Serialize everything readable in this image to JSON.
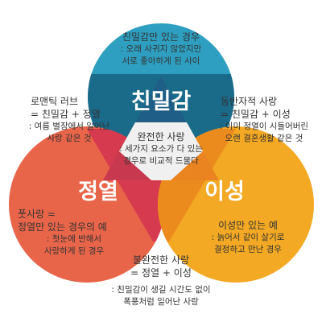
{
  "colors": {
    "intimacy_circle": "#2e9fc0",
    "intimacy_band": "#1a6a8a",
    "passion_circle": "#e8654a",
    "passion_band": "#d63a4e",
    "commitment_circle": "#f3a923",
    "commitment_band": "#ec8b1d",
    "triangle_top": "#1f5e86",
    "triangle_left": "#c8384e",
    "triangle_right": "#e98420",
    "center": "#f0f0f0",
    "text": "#333333"
  },
  "circles": {
    "intimacy": {
      "title": "친밀감",
      "main": "친밀감만 있는 경우",
      "sub": [
        ": 오래 사귀지 않았지만",
        "서로 좋아하게 된 사이"
      ]
    },
    "passion": {
      "title": "정열",
      "main": [
        "풋사랑 =",
        "정열만 있는 경우의 예"
      ],
      "sub": [
        ": 첫눈에 반해서",
        "사랑하게 된 경우"
      ]
    },
    "commitment": {
      "title": "이성",
      "main": "이성만 있는 예",
      "sub": [
        ": 늙어서 같이 살기로",
        "결정하고 만난 경우"
      ]
    }
  },
  "overlaps": {
    "romantic": {
      "main": [
        "로맨틱 러브",
        "= 친밀감 + 정열"
      ],
      "sub": [
        ": 여름 별장에서 일어난",
        "사랑 같은 것"
      ]
    },
    "companionate": {
      "main": [
        "동반자적 사랑",
        "= 친밀감 + 이성"
      ],
      "sub": [
        ": 이미 정열이 시들어버린",
        "오랜 결혼생활 같은 것"
      ]
    },
    "fatuous": {
      "main": [
        "불완전한 사랑",
        "= 정열 + 이성"
      ],
      "sub": [
        ": 친밀감이 생길 시간도 없이",
        "폭풍처럼 일어난 사랑"
      ]
    },
    "consummate": {
      "main": "완전한 사랑",
      "sub": [
        ": 세가지 요소가 다 있는",
        "경우로 비교적 드물다"
      ]
    }
  }
}
